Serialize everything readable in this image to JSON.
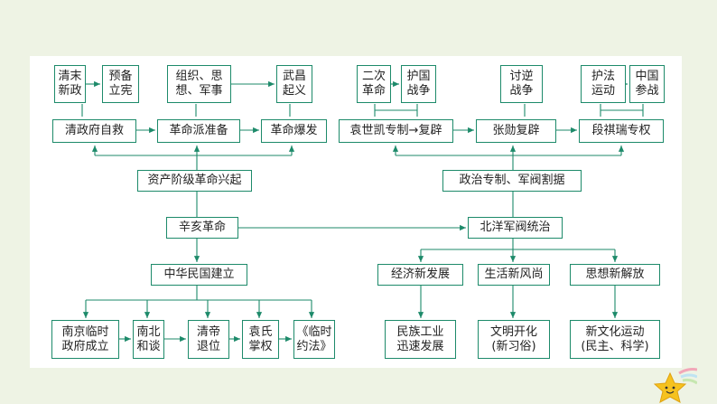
{
  "colors": {
    "border": "#1d8a6a",
    "arrow": "#1d8a6a",
    "page_bg": "#eef3e4",
    "panel_bg": "#ffffff",
    "star": "#f6c21e"
  },
  "nodes": {
    "qingmo_xinzheng": "清末\n新政",
    "yubei_lixian": "预备\n立宪",
    "zuzhi_sixiang_junshi": "组织、思\n想、军事",
    "wuchang_qiyi": "武昌\n起义",
    "qing_zhengfu_zijiu": "清政府自救",
    "geming_pai_zhunbei": "革命派准备",
    "geming_baofa": "革命爆发",
    "zichan_jieji_geming_xingqi": "资产阶级革命兴起",
    "xinhai_geming": "辛亥革命",
    "zhonghua_minguo_jianli": "中华民国建立",
    "nanjing_linshi_zhengfu": "南京临时\n政府成立",
    "nanbei_hetan": "南北\n和谈",
    "qingdi_tuiwei": "清帝\n退位",
    "yuanshi_zhangquan": "袁氏\n掌权",
    "linshi_yuefa": "《临时\n约法》",
    "erci_geming": "二次\n革命",
    "huguo_zhanzheng": "护国\n战争",
    "taoni_zhanzheng": "讨逆\n战争",
    "hufa_yundong": "护法\n运动",
    "zhongguo_canzhan": "中国\n参战",
    "yuan_shikai_zhuanzhi_fubi": "袁世凯专制→复辟",
    "zhang_xun_fubi": "张勋复辟",
    "duan_qirui_zhuanquan": "段祺瑞专权",
    "zhengzhi_zhuanzhi_junfa_geju": "政治专制、军阀割据",
    "beiyang_junfa_tongzhi": "北洋军阀统治",
    "jingji_xin_fazhan": "经济新发展",
    "shenghuo_xin_fengshang": "生活新风尚",
    "sixiang_xin_jiefang": "思想新解放",
    "minzu_gongye_xunsu_fazhan": "民族工业\n迅速发展",
    "wenming_kaihua": "文明开化\n(新习俗)",
    "xin_wenhua_yundong": "新文化运动\n(民主、科学)"
  },
  "decoration": {
    "star_icon": "smiling-star-icon"
  }
}
